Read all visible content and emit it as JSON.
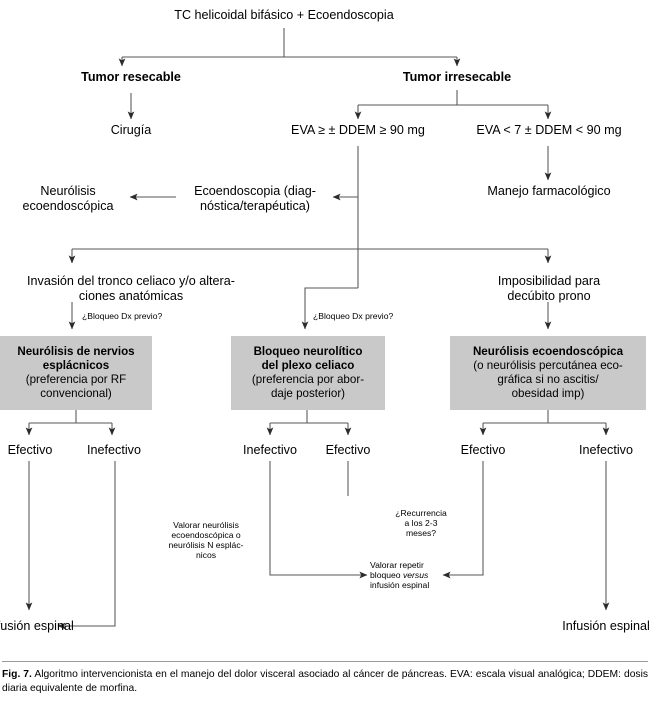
{
  "figure": {
    "caption_label": "Fig. 7.",
    "caption_text": " Algoritmo intervencionista en el manejo del dolor visceral asociado al cáncer de páncreas. EVA: escala visual analógica; DDEM: dosis diaria equivalente de morfina.",
    "colors": {
      "box_fill": "#c9c9c9",
      "line": "#3a3a3a",
      "text": "#000000",
      "background": "#ffffff"
    }
  },
  "chart_data": {
    "type": "diagram",
    "title": "Algoritmo intervencionista en el manejo del dolor visceral asociado al cáncer de páncreas",
    "nodes": [
      {
        "id": "n1",
        "label": "TC helicoidal bifásico + Ecoendoscopia",
        "style": "plain"
      },
      {
        "id": "n2",
        "label": "Tumor resecable",
        "style": "bold"
      },
      {
        "id": "n3",
        "label": "Tumor irresecable",
        "style": "bold"
      },
      {
        "id": "n4",
        "label": "Cirugía",
        "style": "plain"
      },
      {
        "id": "n5",
        "label": "EVA ≥ ± DDEM ≥ 90 mg",
        "style": "plain"
      },
      {
        "id": "n6",
        "label": "EVA < 7 ± DDEM < 90 mg",
        "style": "plain"
      },
      {
        "id": "n7",
        "label": "Ecoendoscopia (diag-\nnóstica/terapéutica)",
        "style": "plain"
      },
      {
        "id": "n8",
        "label": "Neurólisis\necoendoscópica",
        "style": "plain"
      },
      {
        "id": "n9",
        "label": "Manejo farmacológico",
        "style": "plain"
      },
      {
        "id": "n10",
        "label": "Invasión del tronco celiaco y/o altera-\nciones anatómicas",
        "style": "plain"
      },
      {
        "id": "n11",
        "label": "Imposibilidad para\ndecúbito prono",
        "style": "plain"
      },
      {
        "id": "n12",
        "label": "Neurólisis de nervios\nesplácnicos",
        "sublabel": "(preferencia por RF\nconvencional)",
        "style": "greybox"
      },
      {
        "id": "n13",
        "label": "Bloqueo neurolítico\ndel plexo celiaco",
        "sublabel": "(preferencia por abor-\ndaje posterior)",
        "style": "greybox"
      },
      {
        "id": "n14",
        "label": "Neurólisis ecoendoscópica",
        "sublabel": "(o neurólisis percutánea eco-\ngráfica si no ascitis/\nobesidad imp)",
        "style": "greybox"
      },
      {
        "id": "n15",
        "label": "Efectivo",
        "style": "plain"
      },
      {
        "id": "n16",
        "label": "Inefectivo",
        "style": "plain"
      },
      {
        "id": "n17",
        "label": "Inefectivo",
        "style": "plain"
      },
      {
        "id": "n18",
        "label": "Efectivo",
        "style": "plain"
      },
      {
        "id": "n19",
        "label": "Efectivo",
        "style": "plain"
      },
      {
        "id": "n20",
        "label": "Inefectivo",
        "style": "plain"
      },
      {
        "id": "n21",
        "label": "Infusión espinal",
        "style": "plain"
      },
      {
        "id": "n22",
        "label": "Infusión espinal",
        "style": "plain"
      }
    ],
    "edge_labels": [
      {
        "id": "e1",
        "label": "¿Bloqueo Dx previo?"
      },
      {
        "id": "e2",
        "label": "¿Bloqueo Dx previo?"
      }
    ],
    "annotations": [
      {
        "id": "a1",
        "label": "Valorar neurólisis\necoendoscópica o\nneurólisis N esplác-\nnicos"
      },
      {
        "id": "a2",
        "label": "¿Recurrencia\na los 2-3\nmeses?"
      },
      {
        "id": "a3",
        "label": "Valorar repetir\nbloqueo ",
        "label_italic": "versus",
        "label_tail": "\ninfusión espinal"
      }
    ],
    "edges": [
      {
        "from": "n1",
        "to": "n2"
      },
      {
        "from": "n1",
        "to": "n3"
      },
      {
        "from": "n2",
        "to": "n4"
      },
      {
        "from": "n3",
        "to": "n5"
      },
      {
        "from": "n3",
        "to": "n6"
      },
      {
        "from": "n5",
        "to": "n7"
      },
      {
        "from": "n7",
        "to": "n8"
      },
      {
        "from": "n6",
        "to": "n9"
      },
      {
        "from": "n5",
        "to": "n10"
      },
      {
        "from": "n5",
        "to": "n11"
      },
      {
        "from": "n5",
        "to": "n13"
      },
      {
        "from": "n10",
        "to": "n12",
        "label": "¿Bloqueo Dx previo?"
      },
      {
        "from": "n11",
        "to": "n14"
      },
      {
        "from": "n12",
        "to": "n15"
      },
      {
        "from": "n12",
        "to": "n16"
      },
      {
        "from": "n13",
        "to": "n17"
      },
      {
        "from": "n13",
        "to": "n18"
      },
      {
        "from": "n14",
        "to": "n19"
      },
      {
        "from": "n14",
        "to": "n20"
      },
      {
        "from": "n15",
        "to": "n21"
      },
      {
        "from": "n16",
        "to": "n21"
      },
      {
        "from": "n17",
        "to": "a3"
      },
      {
        "from": "n18",
        "to": "a3"
      },
      {
        "from": "n19",
        "to": "a3"
      },
      {
        "from": "n20",
        "to": "n22"
      }
    ]
  }
}
